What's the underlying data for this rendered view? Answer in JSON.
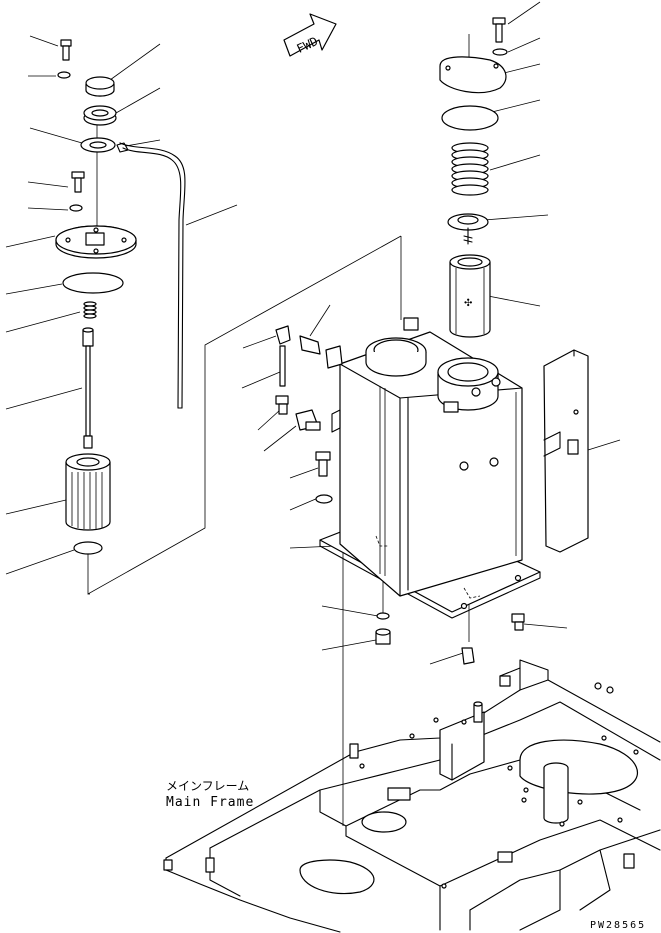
{
  "labels": {
    "forward": "FWD",
    "main_frame_jp": "メインフレーム",
    "main_frame_en": "Main Frame",
    "drawing_code": "PW28565"
  },
  "icons": {
    "forward_arrow": "fwd-arrow-icon"
  }
}
